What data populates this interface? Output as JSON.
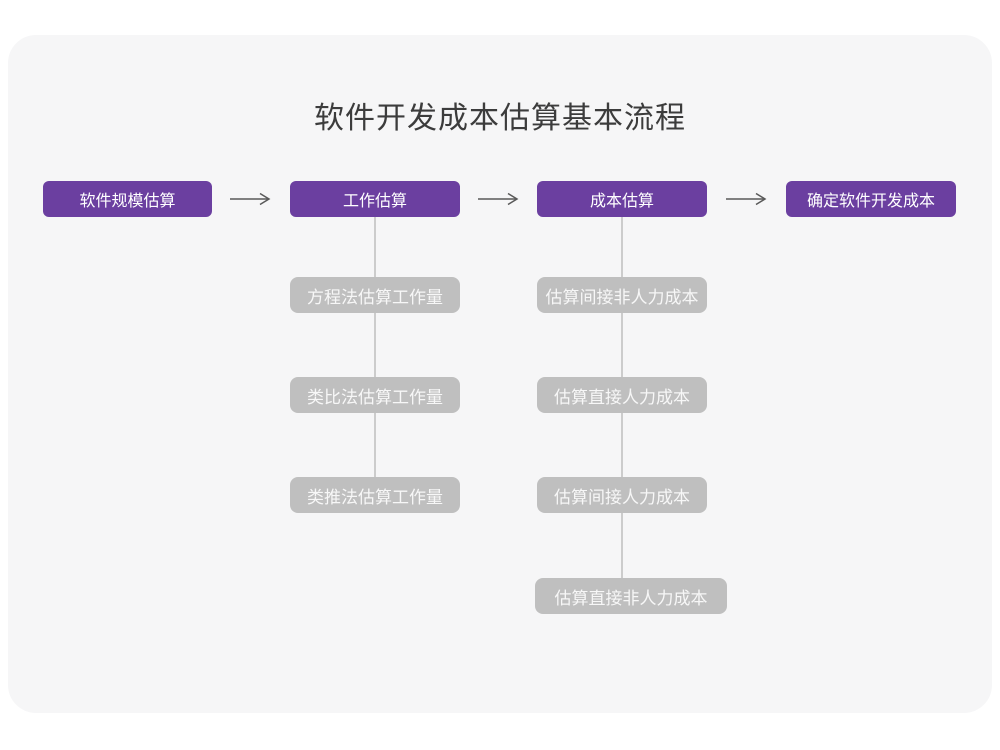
{
  "title": "软件开发成本估算基本流程",
  "flow": {
    "main_nodes": [
      {
        "id": "scale-estimation",
        "label": "软件规模估算"
      },
      {
        "id": "work-estimation",
        "label": "工作估算"
      },
      {
        "id": "cost-estimation",
        "label": "成本估算"
      },
      {
        "id": "final-cost",
        "label": "确定软件开发成本"
      }
    ],
    "work_sub_nodes": [
      {
        "label": "方程法估算工作量"
      },
      {
        "label": "类比法估算工作量"
      },
      {
        "label": "类推法估算工作量"
      }
    ],
    "cost_sub_nodes": [
      {
        "label": "估算间接非人力成本"
      },
      {
        "label": "估算直接人力成本"
      },
      {
        "label": "估算间接人力成本"
      },
      {
        "label": "估算直接非人力成本"
      }
    ]
  },
  "colors": {
    "primary_node": "#6B3FA0",
    "sub_node": "#BFBFBF",
    "node_text": "#FFFFFF",
    "connector_line": "#CCCCCC",
    "arrow": "#595959",
    "canvas_background": "#F6F6F7",
    "page_background": "#FFFFFF",
    "title_text": "#3C3C3C"
  }
}
